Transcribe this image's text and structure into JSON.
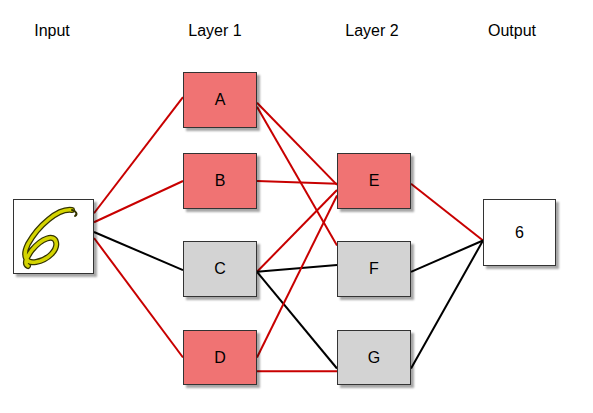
{
  "diagram": {
    "nodes": [
      {
        "text": []
      },
      {
        "text": [
          "A"
        ]
      },
      {
        "text": [
          "B"
        ]
      },
      {
        "text": [
          "C"
        ]
      },
      {
        "text": [
          "D"
        ]
      },
      {
        "text": [
          "E"
        ]
      },
      {
        "text": [
          "F"
        ]
      },
      {
        "text": [
          "G"
        ]
      },
      {
        "text": [
          "6"
        ]
      }
    ],
    "edges": [
      {
        "from": 0,
        "to": 1,
        "arrow": "none"
      },
      {
        "from": 0,
        "to": 2,
        "arrow": "none"
      },
      {
        "from": 0,
        "to": 3,
        "arrow": "none"
      },
      {
        "from": 0,
        "to": 4,
        "arrow": "none"
      },
      {
        "from": 1,
        "to": 5,
        "arrow": "none"
      },
      {
        "from": 1,
        "to": 6,
        "arrow": "none"
      },
      {
        "from": 2,
        "to": 5,
        "arrow": "none"
      },
      {
        "from": 3,
        "to": 5,
        "arrow": "none"
      },
      {
        "from": 3,
        "to": 6,
        "arrow": "none"
      },
      {
        "from": 3,
        "to": 7,
        "arrow": "none"
      },
      {
        "from": 4,
        "to": 5,
        "arrow": "none"
      },
      {
        "from": 4,
        "to": 7,
        "arrow": "none"
      },
      {
        "from": 5,
        "to": 8,
        "arrow": "none"
      },
      {
        "from": 6,
        "to": 8,
        "arrow": "none"
      },
      {
        "from": 7,
        "to": 8,
        "arrow": "none"
      }
    ],
    "labels": [
      "Input",
      "Layer 1",
      "Layer 2",
      "Output"
    ]
  }
}
